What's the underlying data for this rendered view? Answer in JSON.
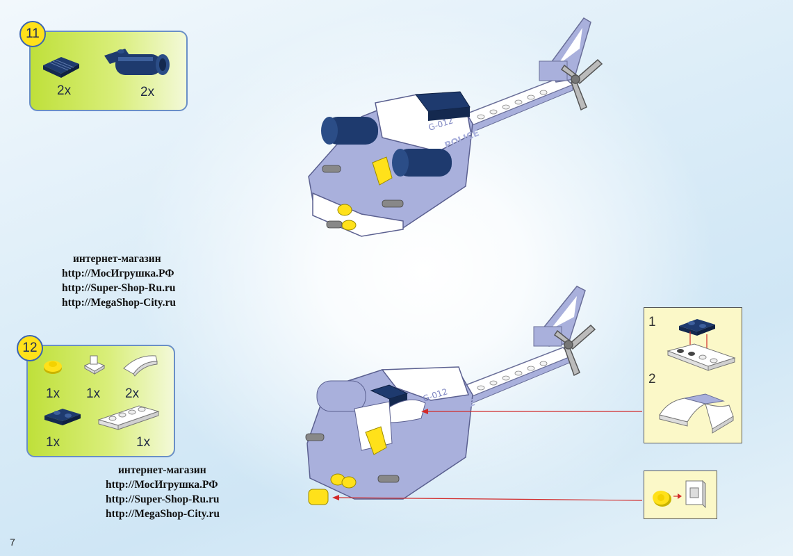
{
  "page_number": "7",
  "steps": [
    {
      "number": "11",
      "parts": [
        {
          "icon": "dark-blue-slope-brick-icon",
          "quantity": "2x"
        },
        {
          "icon": "engine-cylinder-icon",
          "quantity": "2x"
        }
      ]
    },
    {
      "number": "12",
      "parts": [
        {
          "icon": "yellow-round-plate-icon",
          "quantity": "1x"
        },
        {
          "icon": "white-clip-plate-icon",
          "quantity": "1x"
        },
        {
          "icon": "white-curved-slope-icon",
          "quantity": "2x"
        },
        {
          "icon": "dark-blue-1x2-plate-icon",
          "quantity": "1x"
        },
        {
          "icon": "white-1x4-plate-icon",
          "quantity": "1x"
        }
      ]
    }
  ],
  "shop_info": {
    "lines": [
      "интернет-магазин",
      "http://МосИгрушка.РФ",
      "http://Super-Shop-Ru.ru",
      "http://MegaShop-City.ru"
    ]
  },
  "helicopter_marking": "G-012",
  "helicopter_side_text": "POLICE",
  "inset": {
    "sub_step_1": "1",
    "sub_step_2": "2"
  },
  "colors": {
    "dark_blue": "#1e3a6e",
    "lavender": "#a9b0dc",
    "white": "#ffffff",
    "yellow": "#ffe11a",
    "lime": "#bfe03a",
    "arrow_red": "#d22a2a"
  }
}
